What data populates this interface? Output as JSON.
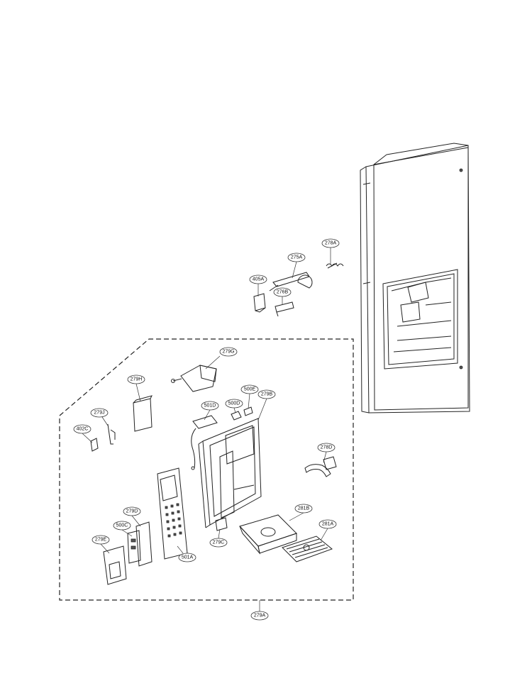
{
  "callouts": {
    "c278A_top": "278A",
    "c275A": "275A",
    "c405A": "405A",
    "c276B": "276B",
    "c279G": "279G",
    "c279H": "279H",
    "c500E": "500E",
    "c279B": "279B",
    "c501D": "501D",
    "c500D": "500D",
    "c279J": "279J",
    "c402C": "402C",
    "c278D": "278D",
    "c279D": "279D",
    "c281B": "281B",
    "c500C": "500C",
    "c281A": "281A",
    "c279E": "279E",
    "c279C": "279C",
    "c501A": "501A",
    "c279A": "279A"
  }
}
